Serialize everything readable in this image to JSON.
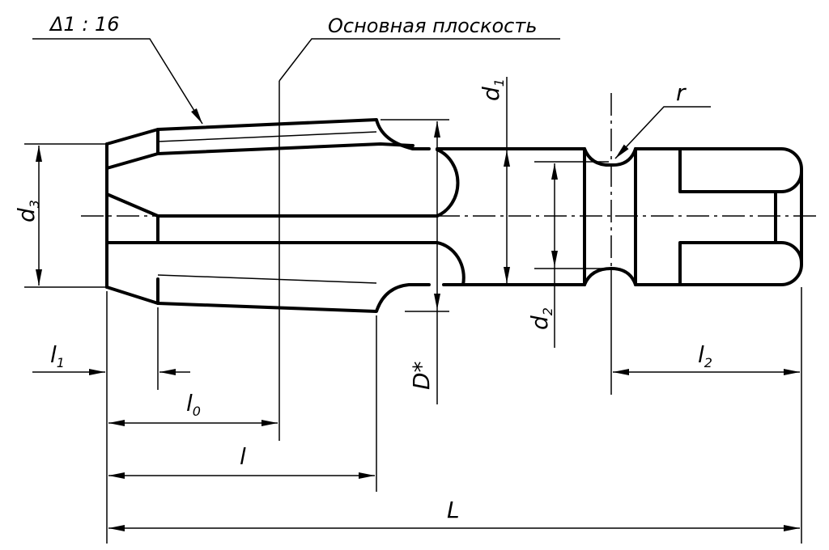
{
  "annotations": {
    "taper": "Δ1 : 16",
    "base_plane": "Основная плоскость",
    "radius": "r"
  },
  "dimensions": {
    "d1": {
      "main": "d",
      "sub": "1"
    },
    "d2": {
      "main": "d",
      "sub": "2"
    },
    "d3": {
      "main": "d",
      "sub": "3"
    },
    "D": "D*",
    "l1": {
      "main": "l",
      "sub": "1"
    },
    "l0": {
      "main": "l",
      "sub": "0"
    },
    "l": "l",
    "l2": {
      "main": "l",
      "sub": "2"
    },
    "L": "L"
  }
}
